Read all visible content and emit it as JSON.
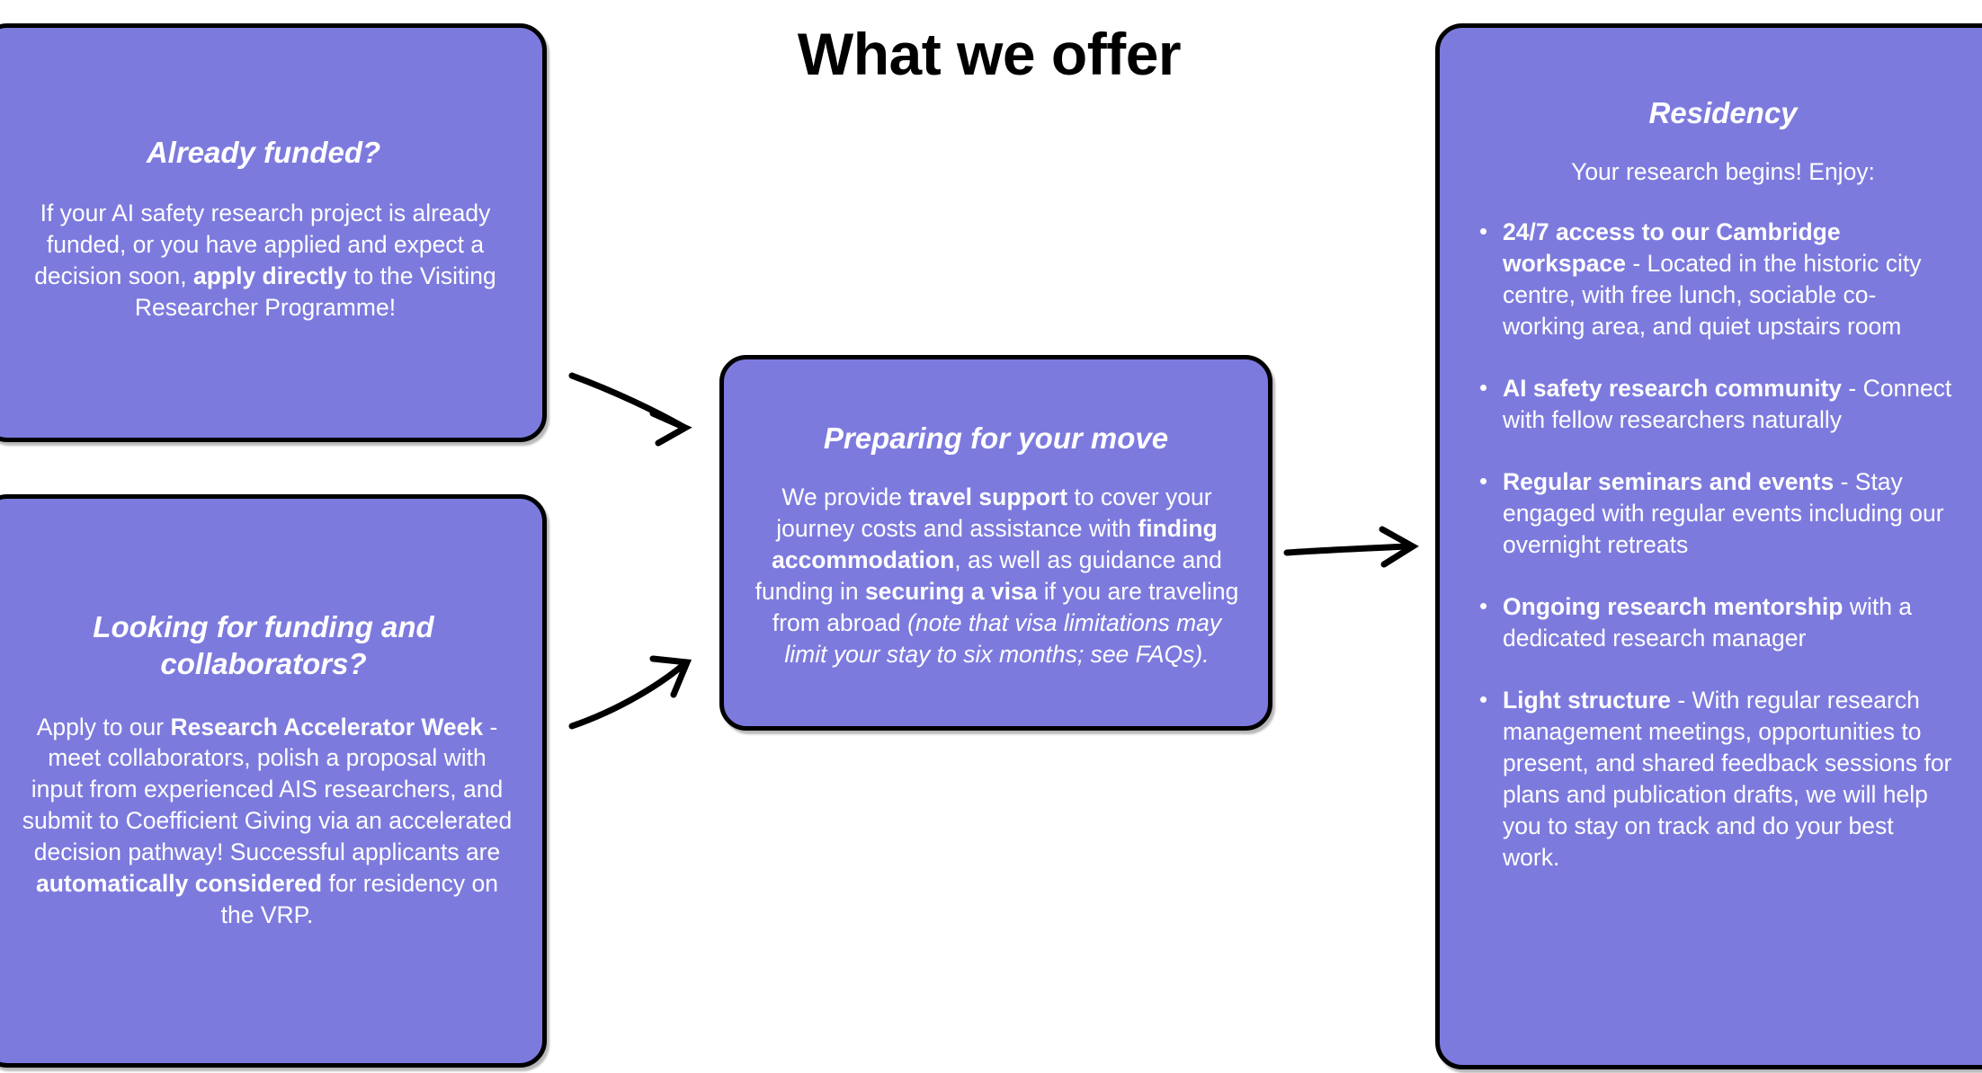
{
  "page": {
    "title": "What we offer",
    "background_color": "#ffffff",
    "card_color": "#7d7ade",
    "border_color": "#000000",
    "text_color": "#ffffff"
  },
  "cards": {
    "already_funded": {
      "heading": "Already funded?",
      "body_part_1": "If your AI safety research project is already funded, or you have applied and expect a decision soon, ",
      "body_bold_1": "apply directly",
      "body_part_2": " to the Visiting Researcher Programme!"
    },
    "looking_funding": {
      "heading": "Looking for funding and collaborators?",
      "body_part_1": "Apply to our ",
      "body_bold_1": "Research Accelerator Week",
      "body_part_2": " - meet collaborators, polish a proposal with input from experienced AIS researchers, and submit to Coefficient Giving via an accelerated decision pathway! Successful applicants are ",
      "body_bold_2": "automatically considered",
      "body_part_3": " for residency on the VRP."
    },
    "preparing_move": {
      "heading": "Preparing for your move",
      "body_part_1": "We provide ",
      "body_bold_1": "travel support",
      "body_part_2": " to cover your journey costs and assistance with ",
      "body_bold_2": "finding accommodation",
      "body_part_3": ", as well as guidance and funding in ",
      "body_bold_3": "securing a visa",
      "body_part_4": " if you are traveling from abroad ",
      "body_italic_1": "(note that visa limitations may limit your stay to six months; see FAQs)."
    },
    "residency": {
      "heading": "Residency",
      "intro": "Your research begins! Enjoy:",
      "benefits": [
        {
          "bold": "24/7 access to our Cambridge workspace",
          "rest": " - Located in the historic city centre, with free lunch, sociable co-working area, and quiet upstairs room"
        },
        {
          "bold": "AI safety research community",
          "rest": " - Connect with fellow researchers naturally"
        },
        {
          "bold": "Regular seminars and events",
          "rest": " - Stay engaged with regular events including our overnight retreats"
        },
        {
          "bold": "Ongoing research mentorship",
          "rest": " with a dedicated research manager"
        },
        {
          "bold": "Light structure",
          "rest": " - With regular research management meetings, opportunities to present, and shared feedback sessions for plans and publication drafts, we will help you to stay on track and do your best work."
        }
      ]
    }
  },
  "arrows": [
    {
      "name": "arrow-funded-to-move",
      "direction": "down-right"
    },
    {
      "name": "arrow-looking-to-move",
      "direction": "up-right"
    },
    {
      "name": "arrow-move-to-residency",
      "direction": "right"
    }
  ]
}
